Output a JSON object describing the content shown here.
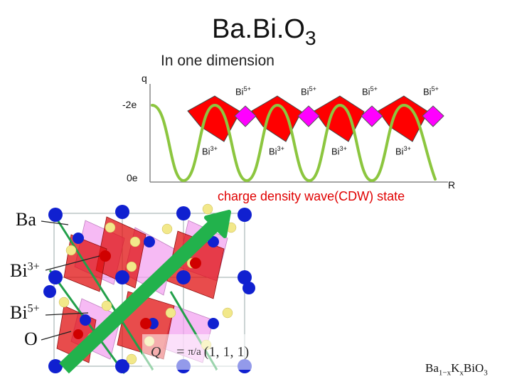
{
  "title": {
    "main": "Ba.Bi.O",
    "subscript": "3"
  },
  "subtitle": "In one dimension",
  "axis": {
    "y_label": "q",
    "x_label": "R",
    "tick_top": "-2e",
    "tick_bottom": "0e"
  },
  "bi_labels": {
    "top": [
      "Bi",
      "Bi",
      "Bi",
      "Bi"
    ],
    "top_charge": "5+",
    "bottom": [
      "Bi",
      "Bi",
      "Bi",
      "Bi"
    ],
    "bottom_charge": "3+"
  },
  "caption": "charge density wave(CDW) state",
  "legend": {
    "ba": "Ba",
    "bi3": "Bi",
    "bi3_charge": "3+",
    "bi5": "Bi",
    "bi5_charge": "5+",
    "o": "O"
  },
  "wavevector": {
    "lhs": "Q⃗ = ",
    "frac": "π/a",
    "vec": "(1, 1, 1)"
  },
  "formula": {
    "a": "Ba",
    "a_sub": "1−x",
    "b": "K",
    "b_sub": "x",
    "c": "BiO",
    "c_sub": "3"
  },
  "colors": {
    "wave": "#8cc63f",
    "octahedron_bi3": "#ff0000",
    "octahedron_bi5": "#ff00ff",
    "arrow": "#22b24c",
    "caption": "#e00000",
    "ba_atom": "#1020d0",
    "o_atom": "#f2e88a"
  }
}
